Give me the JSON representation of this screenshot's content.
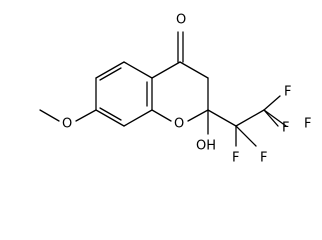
{
  "molecule": {
    "atoms": {
      "carbonyl_oxygen": "O",
      "ring_oxygen": "O",
      "methoxy_oxygen": "O",
      "hydroxyl": "OH",
      "fluorine_1": "F",
      "fluorine_2": "F",
      "fluorine_3": "F",
      "fluorine_4": "F",
      "fluorine_5": "F"
    }
  }
}
